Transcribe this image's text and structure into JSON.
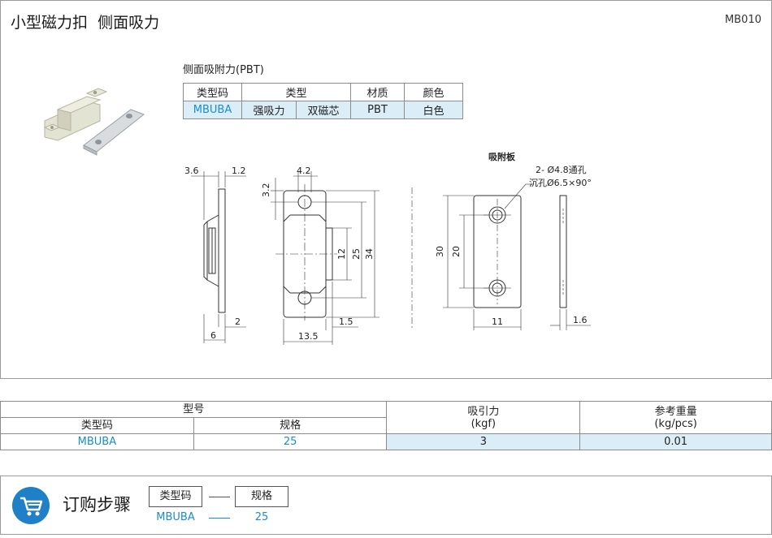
{
  "header": {
    "title": "小型磁力扣  侧面吸力",
    "code": "MB010"
  },
  "spec": {
    "caption": "侧面吸附力(PBT)",
    "headers": [
      "类型码",
      "类型",
      "材质",
      "颜色"
    ],
    "row": [
      "MBUBA",
      "强吸力",
      "双磁芯",
      "PBT",
      "白色"
    ]
  },
  "drawing": {
    "plate_label": "吸附板",
    "hole_note_1": "2- Ø4.8通孔",
    "hole_note_2": "沉孔Ø6.5×90°",
    "dims": {
      "side_a": "3.6",
      "side_b": "1.2",
      "side_c": "6",
      "side_d": "2",
      "front_a": "4.2",
      "front_b": "3.2",
      "front_c": "12",
      "front_d": "25",
      "front_e": "34",
      "front_f": "13.5",
      "front_g": "1.5",
      "plate_a": "30",
      "plate_b": "20",
      "plate_c": "11",
      "plate_d": "1.6"
    }
  },
  "order_table": {
    "model_header": "型号",
    "type_code_header": "类型码",
    "spec_header": "规格",
    "force_header": "吸引力",
    "force_unit": "(kgf)",
    "weight_header": "参考重量",
    "weight_unit": "(kg/pcs)",
    "row": {
      "type_code": "MBUBA",
      "spec": "25",
      "force": "3",
      "weight": "0.01"
    }
  },
  "order_steps": {
    "title": "订购步骤",
    "step1": "类型码",
    "step2": "规格",
    "val1": "MBUBA",
    "val2": "25"
  },
  "colors": {
    "accent_blue": "#1a8bd0",
    "cell_shade": "#dbeef8",
    "cart_blue": "#1f7fc7"
  }
}
